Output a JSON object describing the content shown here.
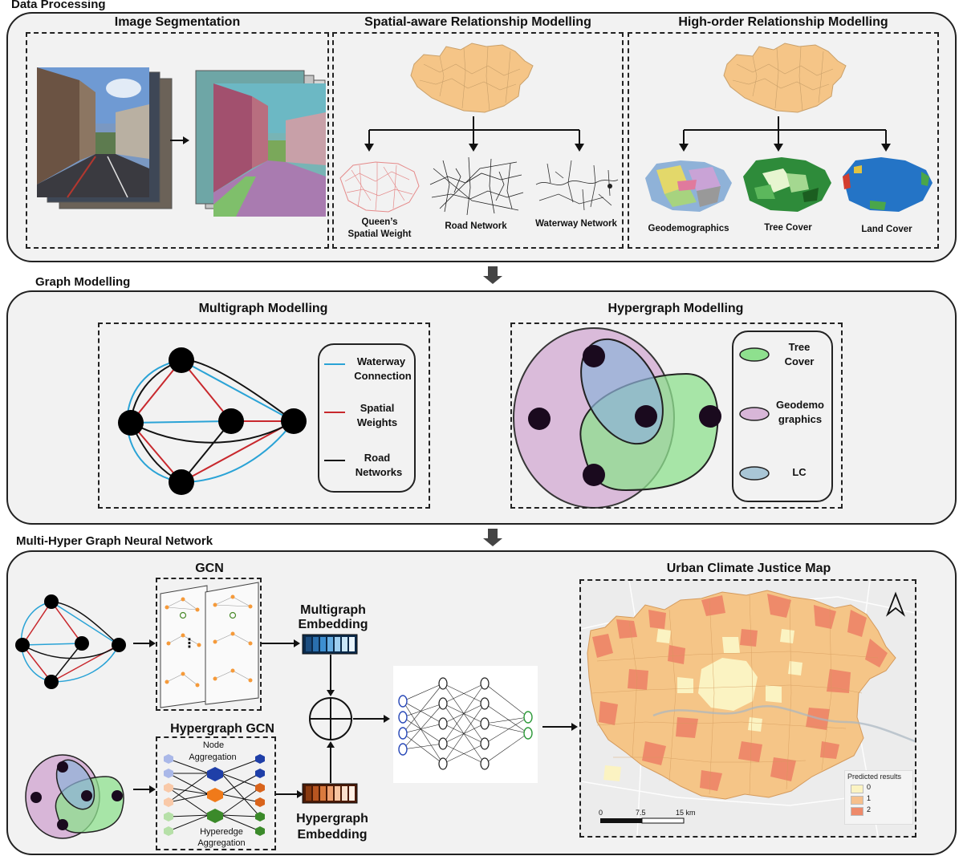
{
  "sections": {
    "data_processing": "Data Processing",
    "graph_modelling": "Graph Modelling",
    "mhgnn": "Multi-Hyper Graph Neural Network"
  },
  "data_processing": {
    "image_segmentation": "Image Segmentation",
    "spatial_title": "Spatial-aware Relationship Modelling",
    "highorder_title": "High-order Relationship Modelling",
    "queens_line1": "Queen’s",
    "queens_line2": "Spatial Weight",
    "road_network": "Road Network",
    "waterway_network": "Waterway Network",
    "geodemographics": "Geodemographics",
    "tree_cover": "Tree Cover",
    "land_cover": "Land Cover"
  },
  "graph_modelling": {
    "multigraph_title": "Multigraph Modelling",
    "hypergraph_title": "Hypergraph Modelling",
    "multi_legend": [
      {
        "line1": "Waterway",
        "line2": "Connection",
        "color": "#2aa3d6"
      },
      {
        "line1": "Spatial",
        "line2": "Weights",
        "color": "#c8282d"
      },
      {
        "line1": "Road",
        "line2": "Networks",
        "color": "#111111"
      }
    ],
    "hyper_legend": [
      {
        "line1": "Tree",
        "line2": "Cover",
        "color": "#8ee08e"
      },
      {
        "line1": "Geodemo",
        "line2": "graphics",
        "color": "#d8b6d8"
      },
      {
        "line1": "LC",
        "line2": "",
        "color": "#a9c6d6"
      }
    ]
  },
  "mhgnn": {
    "gcn": "GCN",
    "multigraph_emb_1": "Multigraph",
    "multigraph_emb_2": "Embedding",
    "hypergraph_gcn": "Hypergraph GCN",
    "node_agg_1": "Node",
    "node_agg_2": "Aggregation",
    "hyperedge_agg_1": "Hyperedge",
    "hyperedge_agg_2": "Aggregation",
    "hypergraph_emb_1": "Hypergraph",
    "hypergraph_emb_2": "Embedding",
    "map_title": "Urban Climate Justice Map",
    "legend_title": "Predicted results",
    "legend_items": [
      {
        "label": "0",
        "color": "#fbf3c2"
      },
      {
        "label": "1",
        "color": "#f6c08d"
      },
      {
        "label": "2",
        "color": "#ee8a6a"
      }
    ],
    "scale_labels": [
      "0",
      "7.5",
      "15 km"
    ],
    "gcn_dots": "⋮"
  },
  "colors": {
    "panel_bg": "#f2f2f2",
    "map_orange": "#f5c587",
    "waterway": "#2aa3d6",
    "spatial": "#c8282d",
    "road": "#111111"
  }
}
